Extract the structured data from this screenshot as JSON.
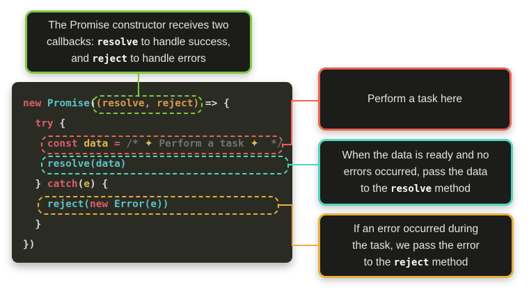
{
  "palette": {
    "page_bg": "#ffffff",
    "panel_bg": "#1c1c1a",
    "code_bg": "#2a2c24",
    "accent_green": "#7cc944",
    "accent_red": "#ec6350",
    "accent_teal": "#4fd5c0",
    "accent_yellow": "#e8af3e",
    "code_red": "#e05c68",
    "code_cyan": "#5ec1c6",
    "code_orange": "#d89a4c",
    "code_gold": "#e2b44f",
    "code_comment": "#72736a",
    "text": "#e2e2df"
  },
  "annotations": {
    "constructor": {
      "lines": [
        [
          {
            "t": "The Promise constructor receives two"
          }
        ],
        [
          {
            "t": "callbacks: "
          },
          {
            "t": "resolve",
            "mono": true
          },
          {
            "t": " to handle success,"
          }
        ],
        [
          {
            "t": "and "
          },
          {
            "t": "reject",
            "mono": true
          },
          {
            "t": " to handle errors"
          }
        ]
      ]
    },
    "task": {
      "lines": [
        [
          {
            "t": "Perform a task here"
          }
        ]
      ]
    },
    "resolve": {
      "lines": [
        [
          {
            "t": "When the data is ready and no"
          }
        ],
        [
          {
            "t": "errors occurred, pass the data"
          }
        ],
        [
          {
            "t": "to the "
          },
          {
            "t": "resolve",
            "mono": true
          },
          {
            "t": " method"
          }
        ]
      ]
    },
    "reject": {
      "lines": [
        [
          {
            "t": "If an error occurred during"
          }
        ],
        [
          {
            "t": "the task, we pass the error"
          }
        ],
        [
          {
            "t": "to the "
          },
          {
            "t": "reject",
            "mono": true
          },
          {
            "t": " method"
          }
        ]
      ]
    }
  },
  "code": {
    "language": "javascript",
    "lines": [
      [
        {
          "t": "new ",
          "c": "red"
        },
        {
          "t": "Promise",
          "c": "cyan"
        },
        {
          "t": "(",
          "c": "white"
        },
        {
          "t": "(resolve, reject)",
          "c": "orange"
        },
        {
          "t": " => {",
          "c": "white"
        }
      ],
      [
        {
          "t": "  ",
          "c": "white"
        },
        {
          "t": "try",
          "c": "red"
        },
        {
          "t": " {",
          "c": "white"
        }
      ],
      [
        {
          "t": "    ",
          "c": "white"
        },
        {
          "t": "const",
          "c": "red"
        },
        {
          "t": " ",
          "c": "white"
        },
        {
          "t": "data",
          "c": "gold"
        },
        {
          "t": " ",
          "c": "white"
        },
        {
          "t": "=",
          "c": "red"
        },
        {
          "t": " /* ",
          "c": "comment"
        },
        {
          "t": "✦",
          "c": "sparkle"
        },
        {
          "t": " Perform a task ",
          "c": "comment"
        },
        {
          "t": "✦",
          "c": "sparkle"
        },
        {
          "t": "  */",
          "c": "comment"
        }
      ],
      [
        {
          "t": "    ",
          "c": "white"
        },
        {
          "t": "resolve(data)",
          "c": "cyan"
        }
      ],
      [
        {
          "t": "  } ",
          "c": "white"
        },
        {
          "t": "catch",
          "c": "red"
        },
        {
          "t": "(",
          "c": "white"
        },
        {
          "t": "e",
          "c": "gold"
        },
        {
          "t": ") {",
          "c": "white"
        }
      ],
      [
        {
          "t": "    ",
          "c": "white"
        },
        {
          "t": "reject(",
          "c": "cyan"
        },
        {
          "t": "new",
          "c": "red"
        },
        {
          "t": " ",
          "c": "white"
        },
        {
          "t": "Error(e))",
          "c": "cyan"
        }
      ],
      [
        {
          "t": "  }",
          "c": "white"
        }
      ],
      [
        {
          "t": "})",
          "c": "white"
        }
      ]
    ]
  }
}
